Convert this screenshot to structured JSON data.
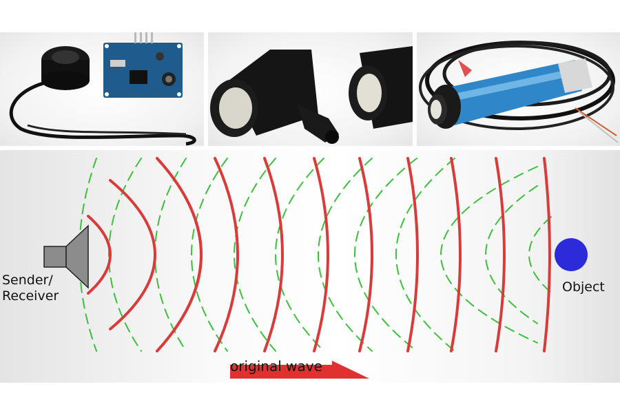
{
  "diagram": {
    "sender_label_line1": "Sender/",
    "sender_label_line2": "Receiver",
    "object_label": "Object",
    "wave_label": "original wave"
  },
  "colors": {
    "original_wave": "#d93a3a",
    "reflected_wave": "#3cbf3c",
    "object": "#2b2bd9",
    "emitter": "#8c8c8c"
  },
  "photos": [
    {
      "depicts": "ultrasonic-probe-with-driver-board"
    },
    {
      "depicts": "cylindrical-ultrasonic-sensor-head"
    },
    {
      "depicts": "ultrasonic-proximity-sensor-with-cable"
    }
  ]
}
